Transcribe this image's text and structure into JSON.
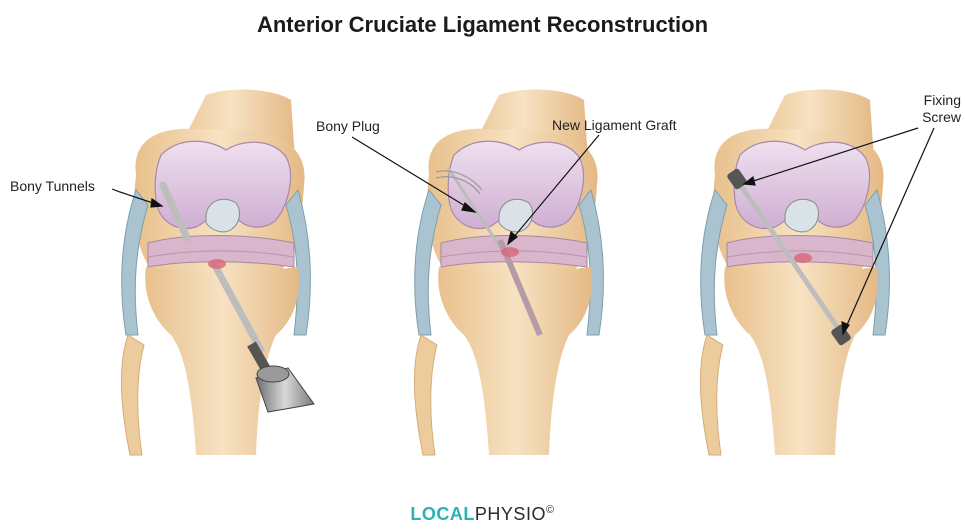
{
  "title": "Anterior Cruciate Ligament Reconstruction",
  "labels": {
    "bony_tunnels": "Bony Tunnels",
    "bony_plug": "Bony Plug",
    "new_ligament_graft": "New Ligament Graft",
    "fixing_screw_line1": "Fixing",
    "fixing_screw_line2": "Screw"
  },
  "logo": {
    "part1": "LOCAL",
    "part2": "PHYSIO",
    "mark": "©",
    "accent_color": "#2bb3b1"
  },
  "panels": [
    {
      "stage": "tunnels",
      "tool": "drill-icon"
    },
    {
      "stage": "graft",
      "tool": "graft-icon"
    },
    {
      "stage": "screw",
      "tool": "screw-icon"
    }
  ],
  "colors": {
    "bone": "#f1d2a8",
    "cartilage": "#dcc2dc",
    "meniscus": "#d9b6cc",
    "ligament_side": "#a9c4d0",
    "graft": "#d9a9b8"
  }
}
